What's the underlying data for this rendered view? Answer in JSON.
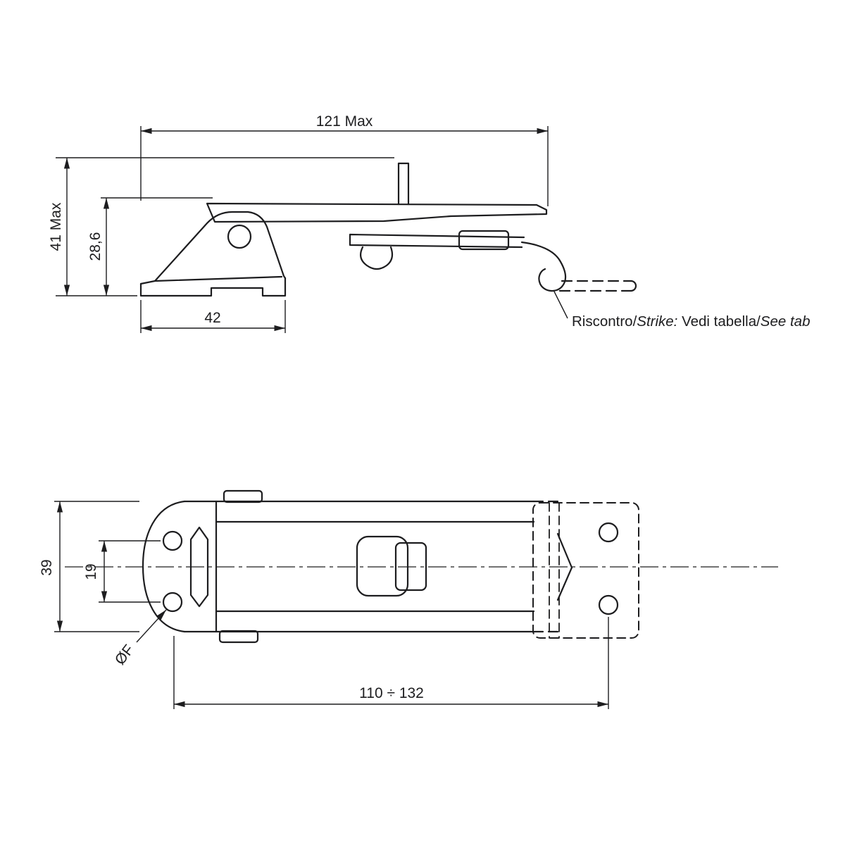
{
  "drawing": {
    "background": "#ffffff",
    "line_color": "#1d1d1f",
    "side_view": {
      "dim_width": "121 Max",
      "dim_height_max": "41 Max",
      "dim_height_lever": "28,6",
      "dim_base_width": "42",
      "strike_note": {
        "part1": "Riscontro/",
        "part2": "Strike:",
        "part3": " Vedi tabella/",
        "part4": "See tab"
      }
    },
    "plan_view": {
      "dim_height": "39",
      "dim_hole_spacing": "19",
      "dim_hole_diameter": "ØF",
      "dim_adjust_range": "110 ÷ 132"
    }
  }
}
